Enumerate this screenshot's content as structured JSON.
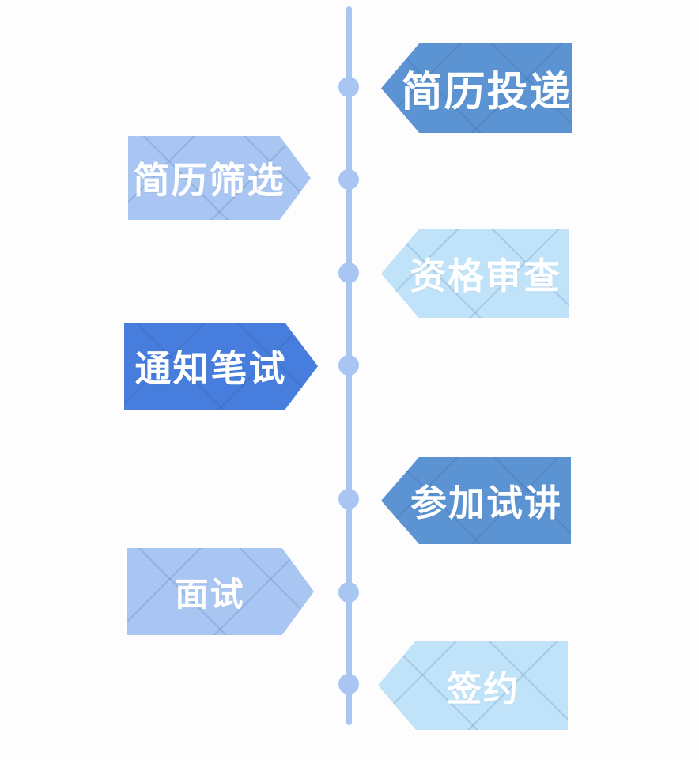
{
  "colors": {
    "background": "#fdfdfe",
    "timeline": "#a9c6f2",
    "node": "#a9c6f2",
    "label_text": "#ffffff",
    "banner_medium_blue": "#5b93d3",
    "banner_periwinkle": "#a9c6f2",
    "banner_pale_cyan": "#c0e3f9",
    "banner_bright_blue": "#477edd"
  },
  "timeline": {
    "node_count": 7
  },
  "steps": [
    {
      "label": "简历投递",
      "side": "right",
      "color": "#5b93d3"
    },
    {
      "label": "简历筛选",
      "side": "left",
      "color": "#a9c6f2"
    },
    {
      "label": "资格审查",
      "side": "right",
      "color": "#c0e3f9"
    },
    {
      "label": "通知笔试",
      "side": "left",
      "color": "#477edd"
    },
    {
      "label": "参加试讲",
      "side": "right",
      "color": "#5b93d3"
    },
    {
      "label": "面试",
      "side": "left",
      "color": "#a9c6f2"
    },
    {
      "label": "签约",
      "side": "right",
      "color": "#c0e3f9"
    }
  ]
}
